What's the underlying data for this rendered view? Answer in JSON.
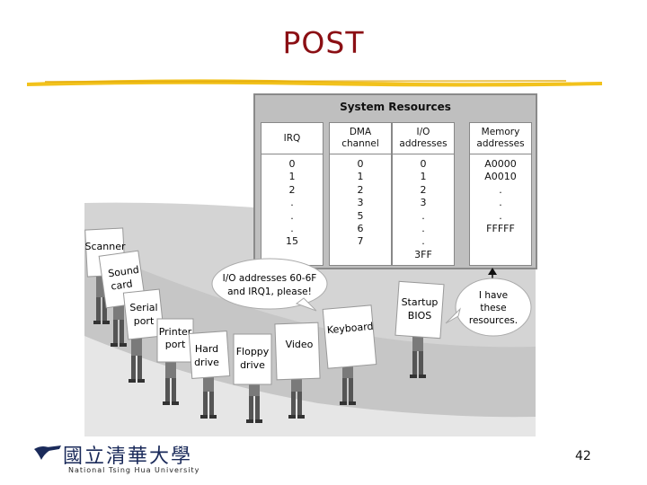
{
  "slide": {
    "title": "POST",
    "page_number": "42"
  },
  "panel": {
    "title": "System Resources",
    "columns": [
      {
        "header": "IRQ",
        "values": [
          "0",
          "1",
          "2",
          ".",
          ".",
          ".",
          "15"
        ]
      },
      {
        "header": "DMA\nchannel",
        "values": [
          "0",
          "1",
          "2",
          "3",
          "5",
          "6",
          "7"
        ]
      },
      {
        "header": "I/O\naddresses",
        "values": [
          "0",
          "1",
          "2",
          "3",
          ".",
          ".",
          ".",
          "3FF"
        ]
      },
      {
        "header": "Memory\naddresses",
        "values": [
          "A0000",
          "A0010",
          ".",
          ".",
          ".",
          "FFFFF"
        ]
      }
    ]
  },
  "devices": {
    "scanner": "Scanner",
    "sound_card": [
      "Sound",
      "card"
    ],
    "serial_port": [
      "Serial",
      "port"
    ],
    "printer_port": [
      "Printer",
      "port"
    ],
    "hard_drive": [
      "Hard",
      "drive"
    ],
    "floppy_drive": [
      "Floppy",
      "drive"
    ],
    "video": "Video",
    "keyboard": "Keyboard",
    "startup_bios": [
      "Startup",
      "BIOS"
    ]
  },
  "bubbles": {
    "request": [
      "I/O addresses 60-6F",
      "and IRQ1, please!"
    ],
    "reply": [
      "I have",
      "these",
      "resources."
    ]
  },
  "footer": {
    "university_cn": "國立清華大學",
    "university_en": "National Tsing Hua University"
  },
  "colors": {
    "title": "#8b0f14",
    "brush": "#f2c21c",
    "panel": "#bfbfbf",
    "scene_bg": "#d6d6d6"
  }
}
